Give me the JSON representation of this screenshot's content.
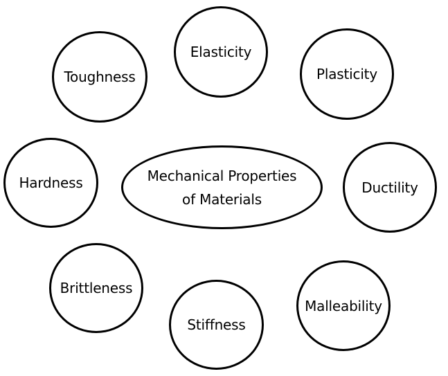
{
  "diagram": {
    "center": {
      "line1": "Mechanical Properties",
      "line2": "of Materials"
    },
    "nodes": [
      {
        "label": "Elasticity"
      },
      {
        "label": "Toughness"
      },
      {
        "label": "Plasticity"
      },
      {
        "label": "Hardness"
      },
      {
        "label": "Ductility"
      },
      {
        "label": "Brittleness"
      },
      {
        "label": "Stiffness"
      },
      {
        "label": "Malleability"
      }
    ],
    "colors": {
      "stroke": "#000000",
      "fill": "#ffffff",
      "text": "#000000"
    }
  }
}
